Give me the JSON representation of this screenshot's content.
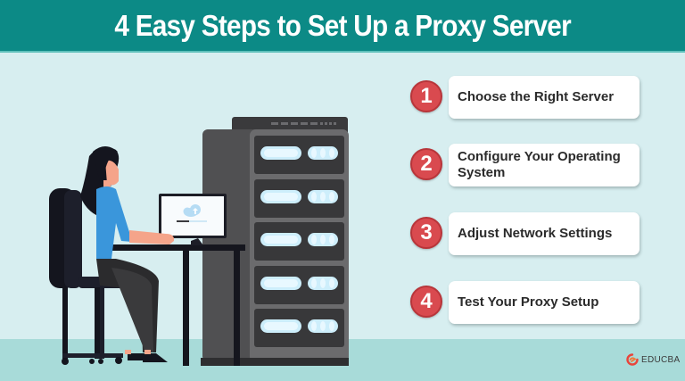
{
  "header": {
    "title": "4 Easy Steps to Set Up a Proxy Server"
  },
  "steps": [
    {
      "number": "1",
      "label": "Choose the Right Server"
    },
    {
      "number": "2",
      "label": "Configure Your Operating System"
    },
    {
      "number": "3",
      "label": "Adjust Network Settings"
    },
    {
      "number": "4",
      "label": "Test Your Proxy Setup"
    }
  ],
  "illustration": {
    "description": "Woman sitting at desk using computer next to server rack",
    "monitor_icon": "cloud-upload-icon",
    "server_units": 5
  },
  "brand": {
    "name": "EDUCBA",
    "icon": "educba-logo-icon"
  },
  "colors": {
    "header_bg": "#0c8a86",
    "page_bg": "#d7eef0",
    "floor": "#a8dbd9",
    "badge": "#d94a4f",
    "card_bg": "#ffffff",
    "server_dark": "#3d3d3f",
    "server_panel": "#6a6a6c",
    "server_light": "#cdeefb",
    "shirt": "#3a96db"
  }
}
